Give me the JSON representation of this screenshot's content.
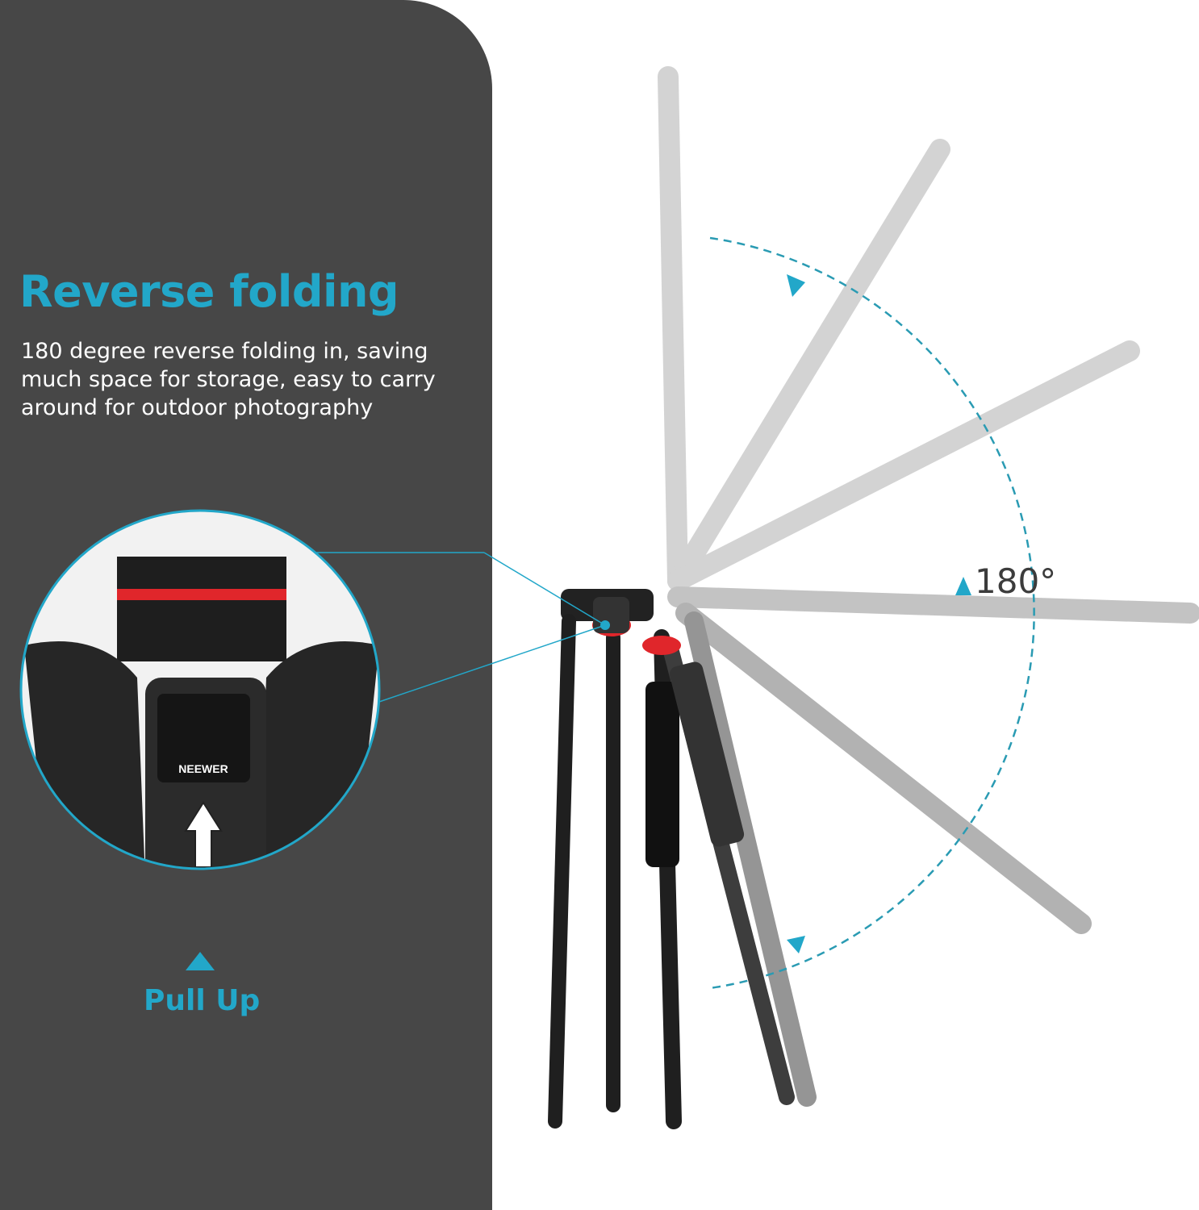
{
  "heading": "Reverse folding",
  "description": "180 degree reverse folding in, saving much space for storage, easy to carry around for outdoor photography",
  "callout_label": "Pull Up",
  "angle_label": "180°",
  "logo_text": "NEEWER",
  "colors": {
    "accent": "#22a7c9",
    "panel": "#474747",
    "red_ring": "#e0262b"
  }
}
